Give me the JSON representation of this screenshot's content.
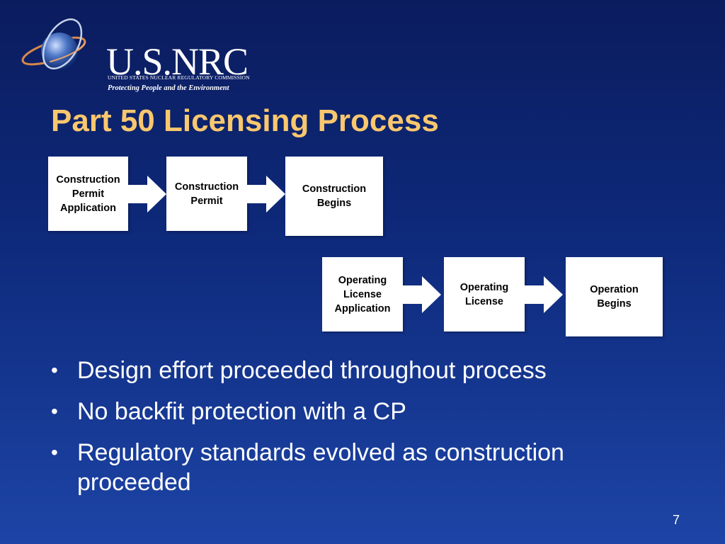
{
  "logo": {
    "wordmark": "U.S.NRC",
    "agency": "UNITED STATES NUCLEAR REGULATORY COMMISSION",
    "tagline": "Protecting People and the Environment"
  },
  "title": "Part 50 Licensing Process",
  "flow": {
    "construction": [
      {
        "label": "Construction\nPermit\nApplication"
      },
      {
        "label": "Construction\nPermit"
      },
      {
        "label": "Construction\nBegins"
      }
    ],
    "operating": [
      {
        "label": "Operating\nLicense\nApplication"
      },
      {
        "label": "Operating\nLicense"
      },
      {
        "label": "Operation\nBegins"
      }
    ]
  },
  "bullets": [
    "Design effort proceeded throughout process",
    "No backfit protection with a CP",
    "Regulatory standards evolved as construction proceeded"
  ],
  "page_number": "7",
  "colors": {
    "title": "#f9c76e",
    "background": "#0e2a7c",
    "box": "#ffffff"
  }
}
